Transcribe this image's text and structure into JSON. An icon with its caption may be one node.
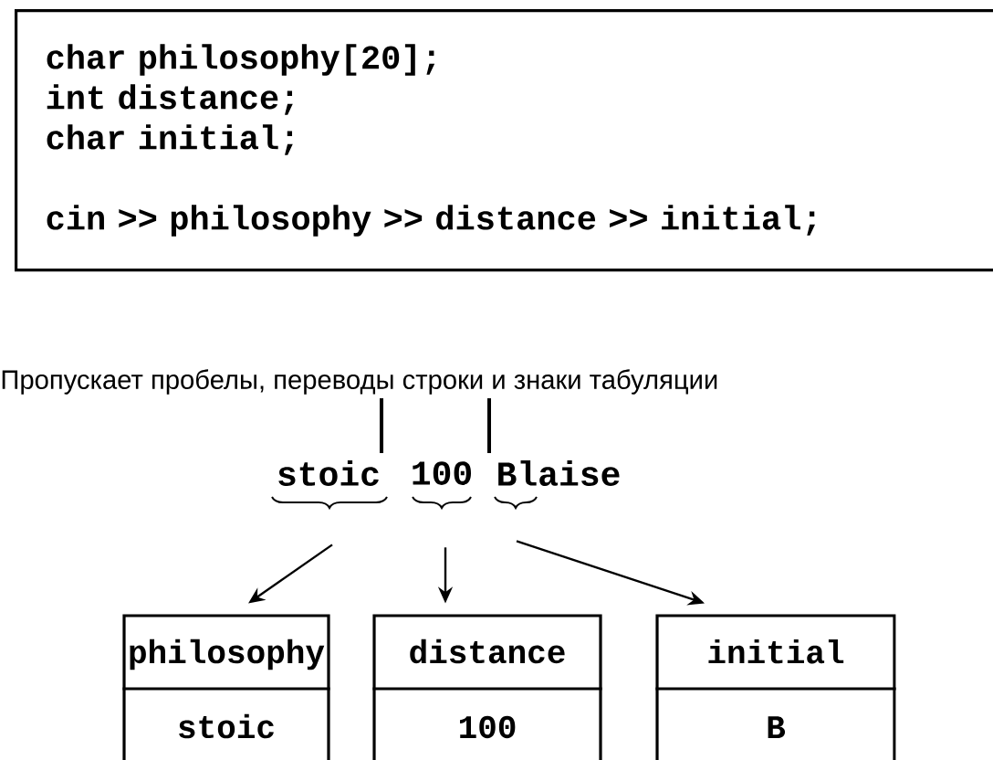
{
  "diagram": {
    "nodes": [
      {
        "text": [
          "char philosophy[20];",
          "int distance;",
          "char initial;",
          "cin >> philosophy >> distance >> initial;"
        ]
      },
      {
        "text": [
          "stoic"
        ]
      },
      {
        "text": [
          "100"
        ]
      },
      {
        "text": [
          "Blaise"
        ]
      },
      {
        "text": [
          "philosophy",
          "stoic"
        ]
      },
      {
        "text": [
          "distance",
          "100"
        ]
      },
      {
        "text": [
          "initial",
          "B"
        ]
      }
    ],
    "edges": [
      {
        "from": 1,
        "to": 4,
        "arrow": "to"
      },
      {
        "from": 2,
        "to": 5,
        "arrow": "to"
      },
      {
        "from": 3,
        "to": 6,
        "arrow": "to"
      }
    ],
    "labels": [
      "Пропускает пробелы, переводы строки и знаки табуляции"
    ]
  }
}
